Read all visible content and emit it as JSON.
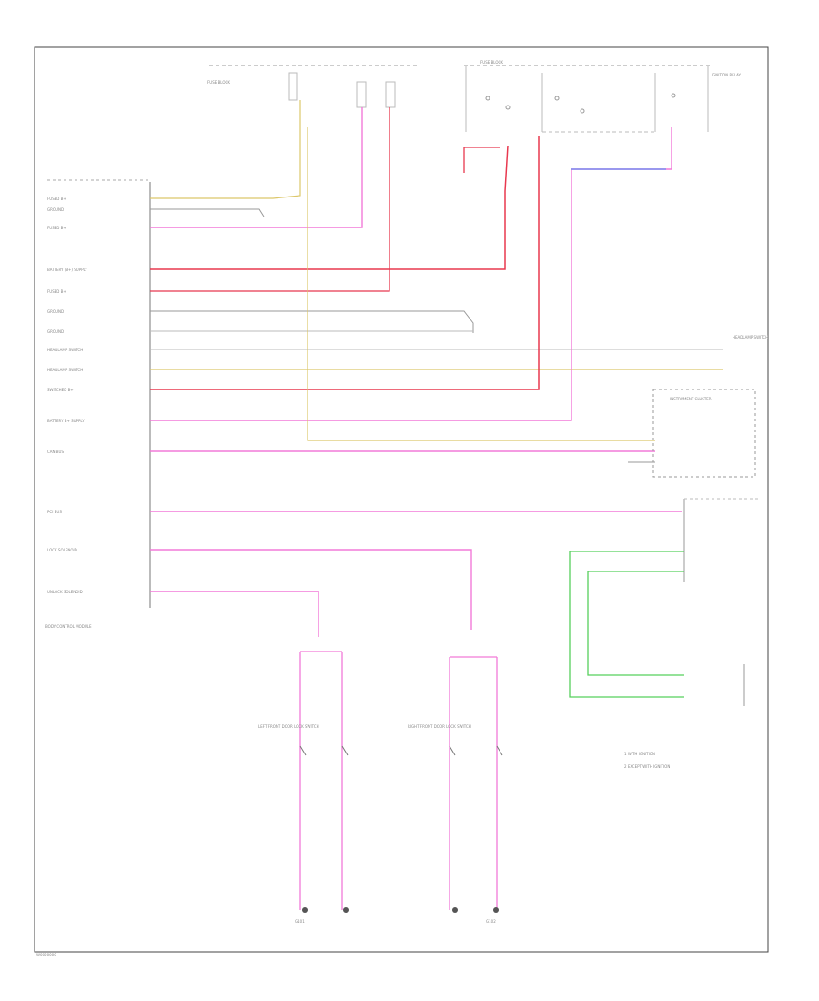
{
  "diagram": {
    "footer_code": "W0000000",
    "colors": {
      "frame": "#444444",
      "wire_red": "#e8384f",
      "wire_pink": "#f27ad8",
      "wire_yellow": "#dcc76b",
      "wire_green": "#56d05c",
      "wire_blue": "#7b8cf0",
      "wire_gray": "#999999",
      "label": "#444444"
    },
    "pins": [
      "FUSED B+",
      "GROUND",
      "FUSED B+",
      "BATTERY (B+) SUPPLY",
      "FUSED B+",
      "GROUND",
      "GROUND",
      "HEADLAMP SWITCH",
      "HEADLAMP SWITCH",
      "SWITCHED B+",
      "BATTERY B+ SUPPLY",
      "CAN BUS",
      "PCI BUS",
      "LOCK SOLENOID",
      "UNLOCK SOLENOID"
    ],
    "components": {
      "fuse_block_left": "FUSE BLOCK",
      "fuse_block_right": "FUSE BLOCK",
      "relay_right": "IGNITION RELAY",
      "module": "BODY CONTROL MODULE",
      "switch_lr": "LEFT FRONT DOOR LOCK SWITCH",
      "switch_rr": "RIGHT FRONT DOOR LOCK SWITCH",
      "ground_left": "G101",
      "ground_right": "G102",
      "cluster": "INSTRUMENT CLUSTER",
      "lamp_module": "HEADLAMP SWITCH"
    },
    "legend": [
      "1  WITH IGNITION",
      "2  EXCEPT WITH IGNITION"
    ]
  }
}
